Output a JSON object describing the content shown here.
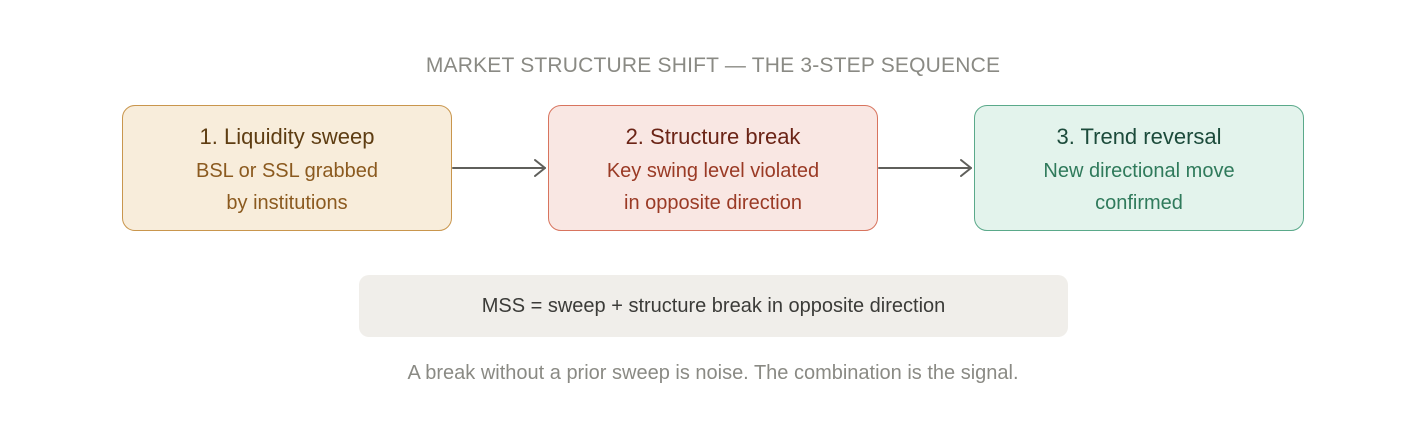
{
  "title": "MARKET STRUCTURE SHIFT — THE 3-STEP SEQUENCE",
  "steps": [
    {
      "heading": "1. Liquidity sweep",
      "line1": "BSL or SSL grabbed",
      "line2": "by institutions",
      "fill": "#f8eddb",
      "border": "#c9964d"
    },
    {
      "heading": "2. Structure break",
      "line1": "Key swing level violated",
      "line2": "in opposite direction",
      "fill": "#f9e7e3",
      "border": "#d8745e"
    },
    {
      "heading": "3. Trend reversal",
      "line1": "New directional move",
      "line2": "confirmed",
      "fill": "#e3f3ec",
      "border": "#5aa98a"
    }
  ],
  "formula": "MSS = sweep + structure break in opposite direction",
  "footnote": "A break without a prior sweep is noise. The combination is the signal."
}
